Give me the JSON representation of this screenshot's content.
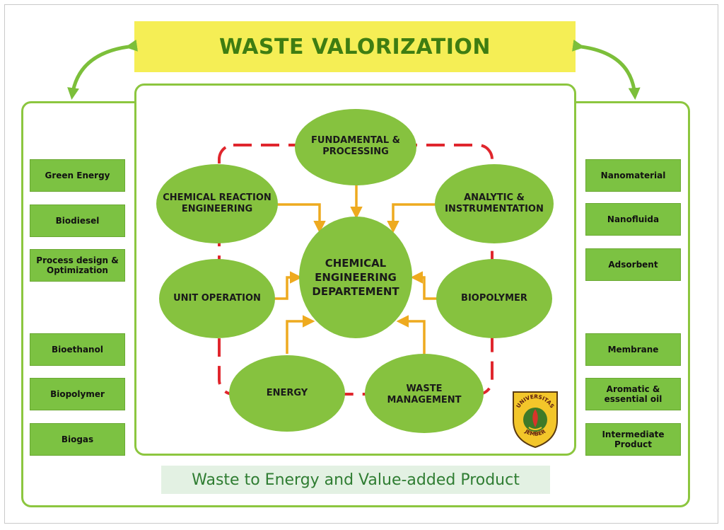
{
  "title": "WASTE VALORIZATION",
  "footer": "Waste to Energy and Value-added Product",
  "colors": {
    "green_node": "#86c23f",
    "green_border": "#8cc63f",
    "title_bg": "#f5ee55",
    "title_text": "#3e7d12",
    "dash_red": "#e0262d",
    "arrow_orange": "#eeaa1f",
    "footer_bg": "#e3f1e3",
    "footer_text": "#2f7d32"
  },
  "left_items": [
    "Green Energy",
    "Biodiesel",
    "Process design & Optimization",
    "Bioethanol",
    "Biopolymer",
    "Biogas"
  ],
  "right_items": [
    "Nanomaterial",
    "Nanofluida",
    "Adsorbent",
    "Membrane",
    "Aromatic & essential oil",
    "Intermediate Product"
  ],
  "nodes": {
    "center": "CHEMICAL ENGINEERING DEPARTEMENT",
    "fundamental": "FUNDAMENTAL & PROCESSING",
    "reaction": "CHEMICAL REACTION ENGINEERING",
    "analytic": "ANALYTIC & INSTRUMENTATION",
    "unit_operation": "UNIT OPERATION",
    "biopolymer": "BIOPOLYMER",
    "energy": "ENERGY",
    "waste_management": "WASTE MANAGEMENT"
  },
  "logo": {
    "text_top": "UNIVERSITAS",
    "text_bottom": "JEMBER"
  }
}
